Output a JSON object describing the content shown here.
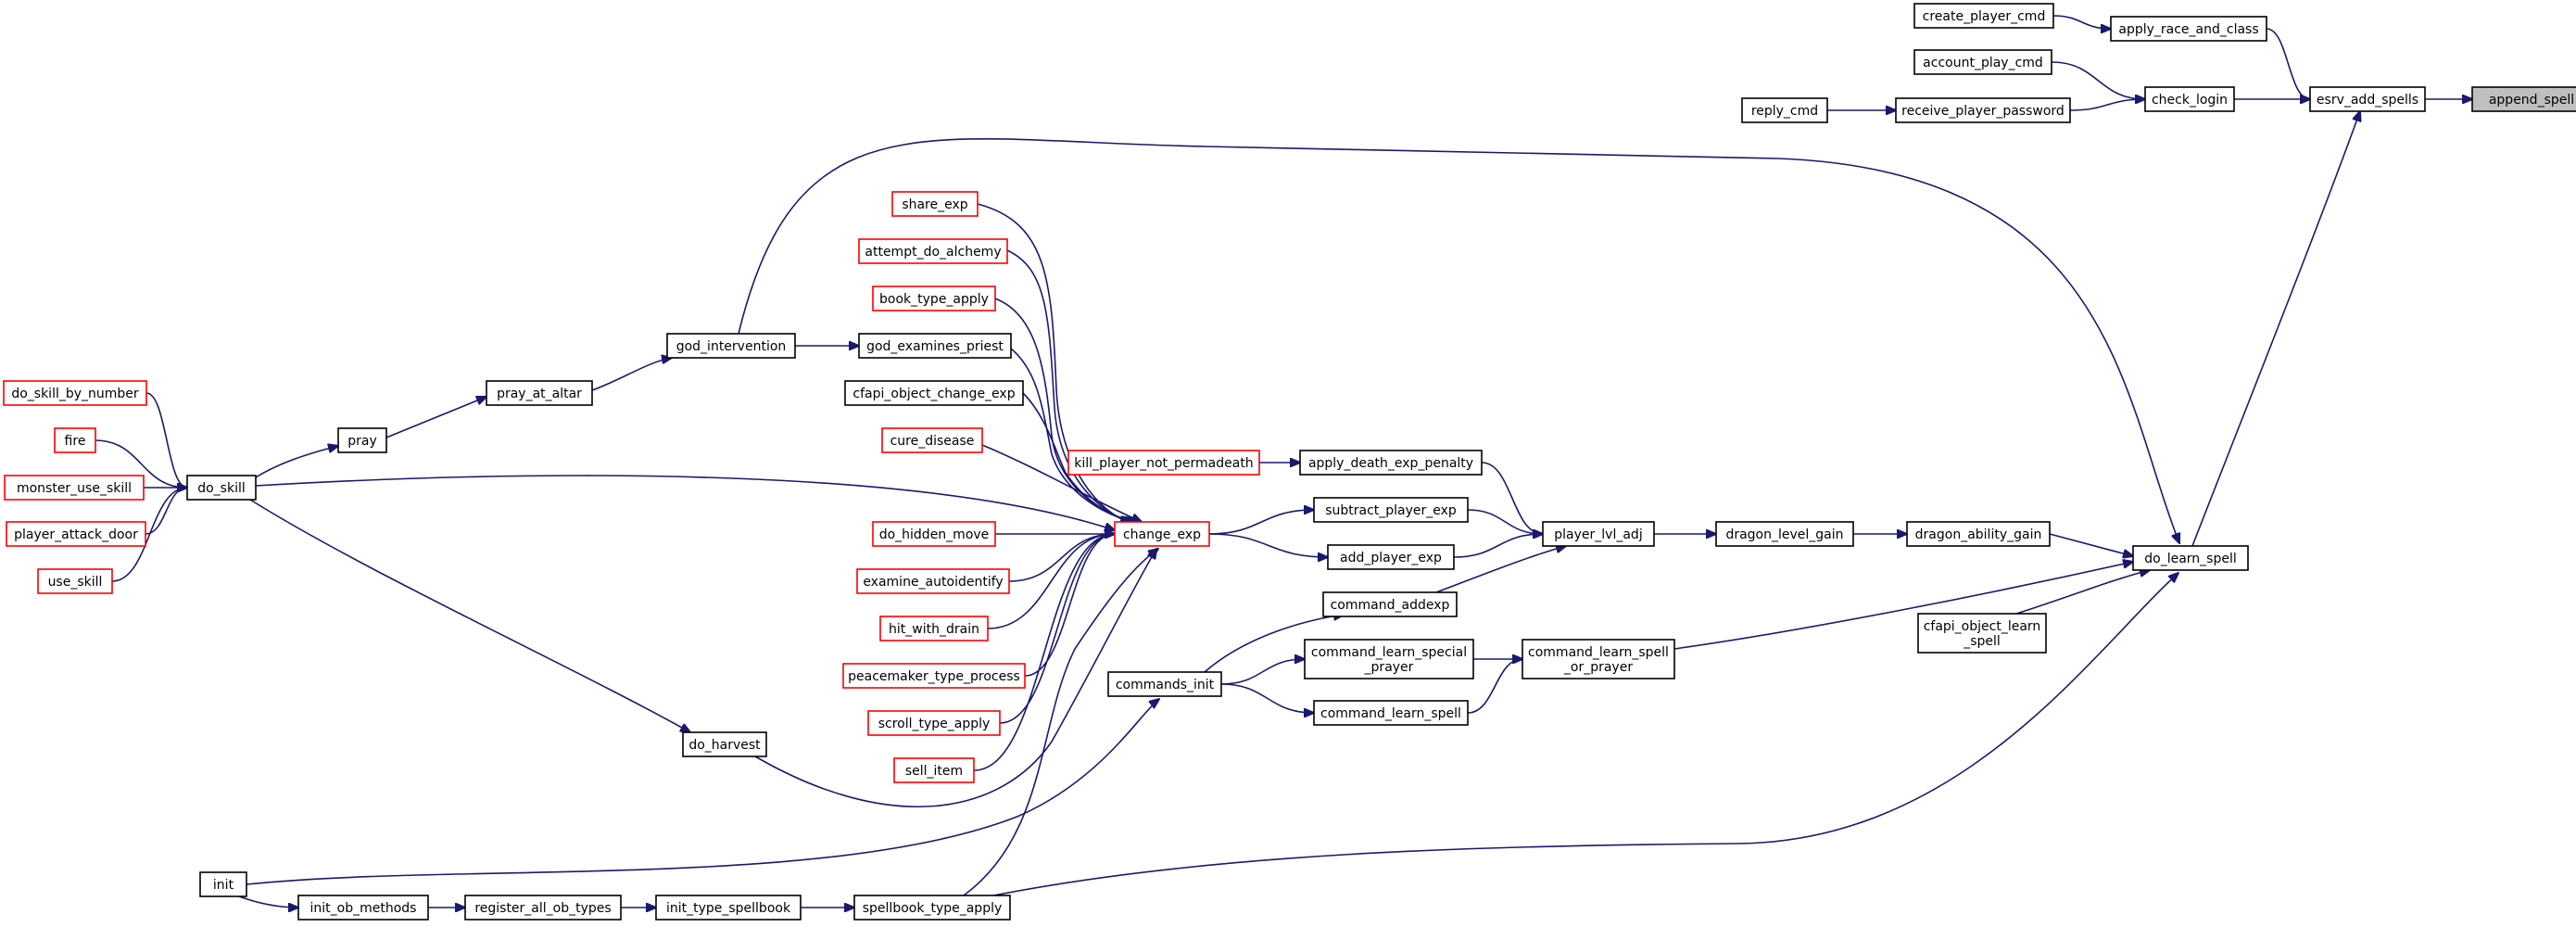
{
  "graph": {
    "direction": "right-to-left caller graph",
    "colors": {
      "edge": "#191970",
      "node_border_default": "#000000",
      "node_border_truncated": "#ff0000",
      "node_fill_default": "#ffffff",
      "node_fill_root": "#bfbfbf"
    },
    "nodes": [
      {
        "id": "append_spell",
        "lines": [
          "append_spell"
        ],
        "style": "root"
      },
      {
        "id": "esrv_add_spells",
        "lines": [
          "esrv_add_spells"
        ],
        "style": "default"
      },
      {
        "id": "apply_race_and_class",
        "lines": [
          "apply_race_and_class"
        ],
        "style": "default"
      },
      {
        "id": "create_player_cmd",
        "lines": [
          "create_player_cmd"
        ],
        "style": "default"
      },
      {
        "id": "check_login",
        "lines": [
          "check_login"
        ],
        "style": "default"
      },
      {
        "id": "account_play_cmd",
        "lines": [
          "account_play_cmd"
        ],
        "style": "default"
      },
      {
        "id": "receive_player_password",
        "lines": [
          "receive_player_password"
        ],
        "style": "default"
      },
      {
        "id": "reply_cmd",
        "lines": [
          "reply_cmd"
        ],
        "style": "default"
      },
      {
        "id": "do_learn_spell",
        "lines": [
          "do_learn_spell"
        ],
        "style": "default"
      },
      {
        "id": "cfapi_object_learn_spell",
        "lines": [
          "cfapi_object_learn",
          "_spell"
        ],
        "style": "default"
      },
      {
        "id": "dragon_ability_gain",
        "lines": [
          "dragon_ability_gain"
        ],
        "style": "default"
      },
      {
        "id": "dragon_level_gain",
        "lines": [
          "dragon_level_gain"
        ],
        "style": "default"
      },
      {
        "id": "player_lvl_adj",
        "lines": [
          "player_lvl_adj"
        ],
        "style": "default"
      },
      {
        "id": "apply_death_exp_penalty",
        "lines": [
          "apply_death_exp_penalty"
        ],
        "style": "default"
      },
      {
        "id": "subtract_player_exp",
        "lines": [
          "subtract_player_exp"
        ],
        "style": "default"
      },
      {
        "id": "add_player_exp",
        "lines": [
          "add_player_exp"
        ],
        "style": "default"
      },
      {
        "id": "command_addexp",
        "lines": [
          "command_addexp"
        ],
        "style": "default"
      },
      {
        "id": "command_learn_spell_or_prayer",
        "lines": [
          "command_learn_spell",
          "_or_prayer"
        ],
        "style": "default"
      },
      {
        "id": "command_learn_special_prayer",
        "lines": [
          "command_learn_special",
          "_prayer"
        ],
        "style": "default"
      },
      {
        "id": "command_learn_spell",
        "lines": [
          "command_learn_spell"
        ],
        "style": "default"
      },
      {
        "id": "commands_init",
        "lines": [
          "commands_init"
        ],
        "style": "default"
      },
      {
        "id": "kill_player_not_permadeath",
        "lines": [
          "kill_player_not_permadeath"
        ],
        "style": "truncated"
      },
      {
        "id": "change_exp",
        "lines": [
          "change_exp"
        ],
        "style": "truncated"
      },
      {
        "id": "share_exp",
        "lines": [
          "share_exp"
        ],
        "style": "truncated"
      },
      {
        "id": "attempt_do_alchemy",
        "lines": [
          "attempt_do_alchemy"
        ],
        "style": "truncated"
      },
      {
        "id": "book_type_apply",
        "lines": [
          "book_type_apply"
        ],
        "style": "truncated"
      },
      {
        "id": "god_examines_priest",
        "lines": [
          "god_examines_priest"
        ],
        "style": "default"
      },
      {
        "id": "cfapi_object_change_exp",
        "lines": [
          "cfapi_object_change_exp"
        ],
        "style": "default"
      },
      {
        "id": "cure_disease",
        "lines": [
          "cure_disease"
        ],
        "style": "truncated"
      },
      {
        "id": "do_hidden_move",
        "lines": [
          "do_hidden_move"
        ],
        "style": "truncated"
      },
      {
        "id": "examine_autoidentify",
        "lines": [
          "examine_autoidentify"
        ],
        "style": "truncated"
      },
      {
        "id": "hit_with_drain",
        "lines": [
          "hit_with_drain"
        ],
        "style": "truncated"
      },
      {
        "id": "peacemaker_type_process",
        "lines": [
          "peacemaker_type_process"
        ],
        "style": "truncated"
      },
      {
        "id": "scroll_type_apply",
        "lines": [
          "scroll_type_apply"
        ],
        "style": "truncated"
      },
      {
        "id": "sell_item",
        "lines": [
          "sell_item"
        ],
        "style": "truncated"
      },
      {
        "id": "god_intervention",
        "lines": [
          "god_intervention"
        ],
        "style": "default"
      },
      {
        "id": "pray_at_altar",
        "lines": [
          "pray_at_altar"
        ],
        "style": "default"
      },
      {
        "id": "pray",
        "lines": [
          "pray"
        ],
        "style": "default"
      },
      {
        "id": "do_skill",
        "lines": [
          "do_skill"
        ],
        "style": "default"
      },
      {
        "id": "do_skill_by_number",
        "lines": [
          "do_skill_by_number"
        ],
        "style": "truncated"
      },
      {
        "id": "fire",
        "lines": [
          "fire"
        ],
        "style": "truncated"
      },
      {
        "id": "monster_use_skill",
        "lines": [
          "monster_use_skill"
        ],
        "style": "truncated"
      },
      {
        "id": "player_attack_door",
        "lines": [
          "player_attack_door"
        ],
        "style": "truncated"
      },
      {
        "id": "use_skill",
        "lines": [
          "use_skill"
        ],
        "style": "truncated"
      },
      {
        "id": "do_harvest",
        "lines": [
          "do_harvest"
        ],
        "style": "default"
      },
      {
        "id": "init",
        "lines": [
          "init"
        ],
        "style": "default"
      },
      {
        "id": "init_ob_methods",
        "lines": [
          "init_ob_methods"
        ],
        "style": "default"
      },
      {
        "id": "register_all_ob_types",
        "lines": [
          "register_all_ob_types"
        ],
        "style": "default"
      },
      {
        "id": "init_type_spellbook",
        "lines": [
          "init_type_spellbook"
        ],
        "style": "default"
      },
      {
        "id": "spellbook_type_apply",
        "lines": [
          "spellbook_type_apply"
        ],
        "style": "default"
      }
    ],
    "edges": [
      {
        "from": "esrv_add_spells",
        "to": "append_spell"
      },
      {
        "from": "apply_race_and_class",
        "to": "esrv_add_spells"
      },
      {
        "from": "check_login",
        "to": "esrv_add_spells"
      },
      {
        "from": "do_learn_spell",
        "to": "esrv_add_spells"
      },
      {
        "from": "create_player_cmd",
        "to": "apply_race_and_class"
      },
      {
        "from": "account_play_cmd",
        "to": "check_login"
      },
      {
        "from": "receive_player_password",
        "to": "check_login"
      },
      {
        "from": "reply_cmd",
        "to": "receive_player_password"
      },
      {
        "from": "dragon_ability_gain",
        "to": "do_learn_spell"
      },
      {
        "from": "cfapi_object_learn_spell",
        "to": "do_learn_spell"
      },
      {
        "from": "command_learn_spell_or_prayer",
        "to": "do_learn_spell"
      },
      {
        "from": "god_intervention",
        "to": "do_learn_spell"
      },
      {
        "from": "spellbook_type_apply",
        "to": "do_learn_spell"
      },
      {
        "from": "dragon_level_gain",
        "to": "dragon_ability_gain"
      },
      {
        "from": "player_lvl_adj",
        "to": "dragon_level_gain"
      },
      {
        "from": "apply_death_exp_penalty",
        "to": "player_lvl_adj"
      },
      {
        "from": "subtract_player_exp",
        "to": "player_lvl_adj"
      },
      {
        "from": "add_player_exp",
        "to": "player_lvl_adj"
      },
      {
        "from": "command_addexp",
        "to": "player_lvl_adj"
      },
      {
        "from": "kill_player_not_permadeath",
        "to": "apply_death_exp_penalty"
      },
      {
        "from": "change_exp",
        "to": "subtract_player_exp"
      },
      {
        "from": "change_exp",
        "to": "add_player_exp"
      },
      {
        "from": "commands_init",
        "to": "command_addexp"
      },
      {
        "from": "command_learn_special_prayer",
        "to": "command_learn_spell_or_prayer"
      },
      {
        "from": "command_learn_spell",
        "to": "command_learn_spell_or_prayer"
      },
      {
        "from": "commands_init",
        "to": "command_learn_special_prayer"
      },
      {
        "from": "commands_init",
        "to": "command_learn_spell"
      },
      {
        "from": "init",
        "to": "commands_init"
      },
      {
        "from": "share_exp",
        "to": "change_exp"
      },
      {
        "from": "attempt_do_alchemy",
        "to": "change_exp"
      },
      {
        "from": "book_type_apply",
        "to": "change_exp"
      },
      {
        "from": "god_examines_priest",
        "to": "change_exp"
      },
      {
        "from": "cfapi_object_change_exp",
        "to": "change_exp"
      },
      {
        "from": "cure_disease",
        "to": "change_exp"
      },
      {
        "from": "do_skill",
        "to": "change_exp"
      },
      {
        "from": "do_hidden_move",
        "to": "change_exp"
      },
      {
        "from": "examine_autoidentify",
        "to": "change_exp"
      },
      {
        "from": "hit_with_drain",
        "to": "change_exp"
      },
      {
        "from": "peacemaker_type_process",
        "to": "change_exp"
      },
      {
        "from": "scroll_type_apply",
        "to": "change_exp"
      },
      {
        "from": "sell_item",
        "to": "change_exp"
      },
      {
        "from": "do_harvest",
        "to": "change_exp"
      },
      {
        "from": "spellbook_type_apply",
        "to": "change_exp"
      },
      {
        "from": "god_intervention",
        "to": "god_examines_priest"
      },
      {
        "from": "pray_at_altar",
        "to": "god_intervention"
      },
      {
        "from": "pray",
        "to": "pray_at_altar"
      },
      {
        "from": "do_skill",
        "to": "pray"
      },
      {
        "from": "do_skill_by_number",
        "to": "do_skill"
      },
      {
        "from": "fire",
        "to": "do_skill"
      },
      {
        "from": "monster_use_skill",
        "to": "do_skill"
      },
      {
        "from": "player_attack_door",
        "to": "do_skill"
      },
      {
        "from": "use_skill",
        "to": "do_skill"
      },
      {
        "from": "do_skill",
        "to": "do_harvest"
      },
      {
        "from": "init",
        "to": "init_ob_methods"
      },
      {
        "from": "init_ob_methods",
        "to": "register_all_ob_types"
      },
      {
        "from": "register_all_ob_types",
        "to": "init_type_spellbook"
      },
      {
        "from": "init_type_spellbook",
        "to": "spellbook_type_apply"
      }
    ]
  }
}
